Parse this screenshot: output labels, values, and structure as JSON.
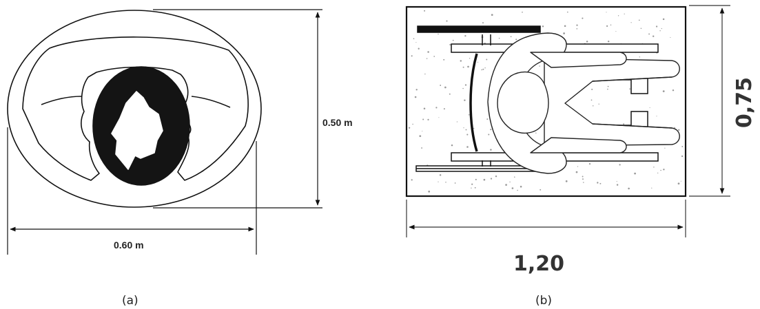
{
  "panel_a": {
    "caption": "(a)",
    "height_label": "0.50 m",
    "width_label": "0.60 m"
  },
  "panel_b": {
    "caption": "(b)",
    "width_label": "1,20",
    "height_label": "0,75"
  },
  "colors": {
    "line": "#111111",
    "texture": "#9a9a9a",
    "text": "#222222"
  }
}
